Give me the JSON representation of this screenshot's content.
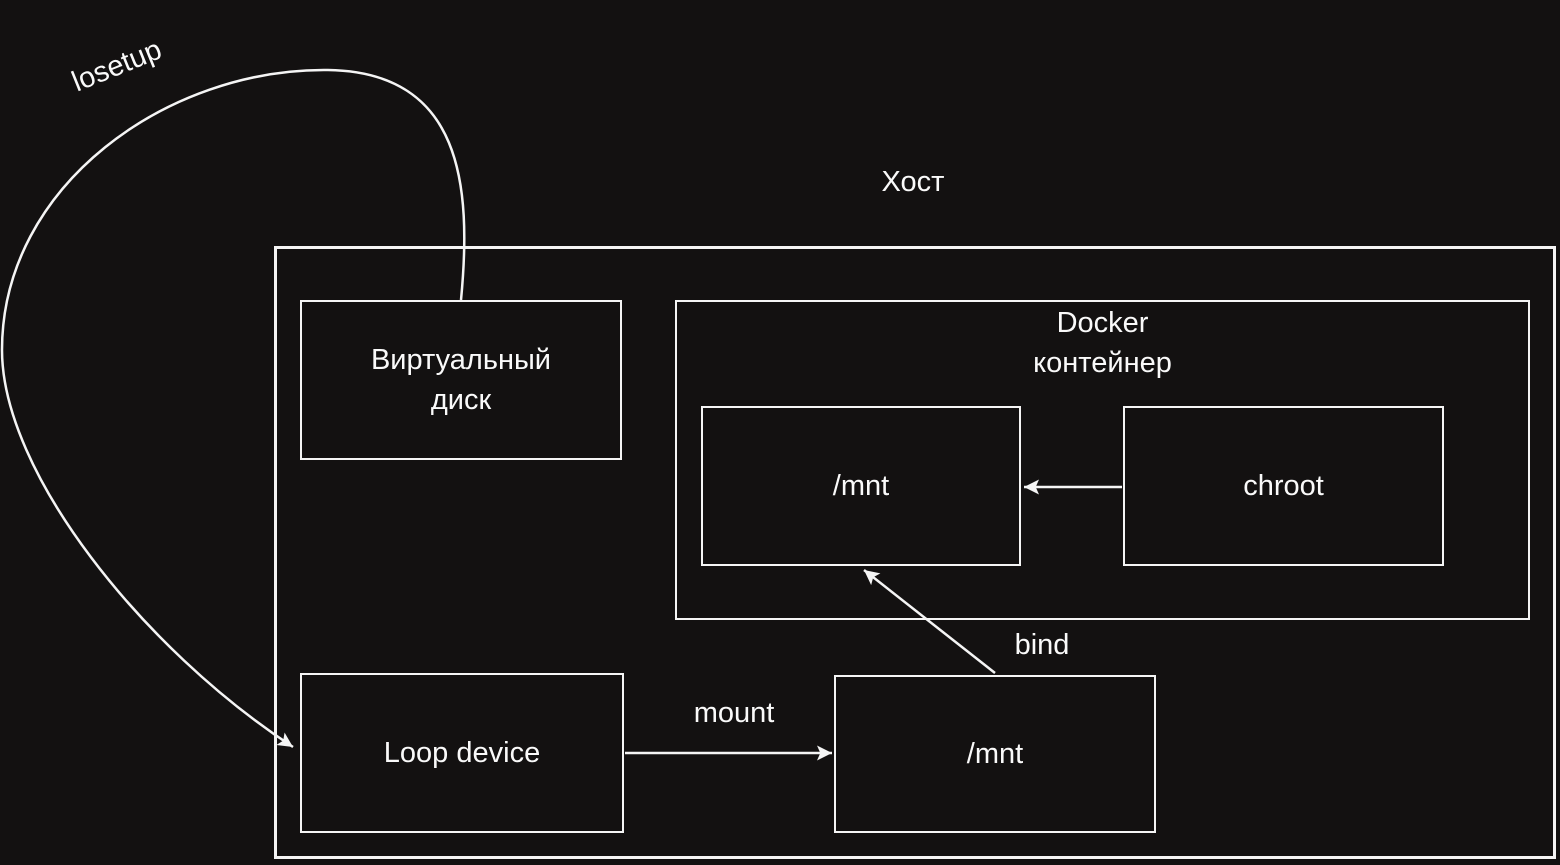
{
  "colors": {
    "background": "#131111",
    "line": "#f5f5f5",
    "text": "#fafafa"
  },
  "labels": {
    "host": "Хост",
    "losetup": "losetup",
    "virtual_disk": [
      "Виртуальный",
      "диск"
    ],
    "docker": [
      "Docker",
      "контейнер"
    ],
    "docker_mnt": "/mnt",
    "chroot": "chroot",
    "loop_device": "Loop device",
    "host_mnt": "/mnt",
    "mount": "mount",
    "bind": "bind"
  }
}
